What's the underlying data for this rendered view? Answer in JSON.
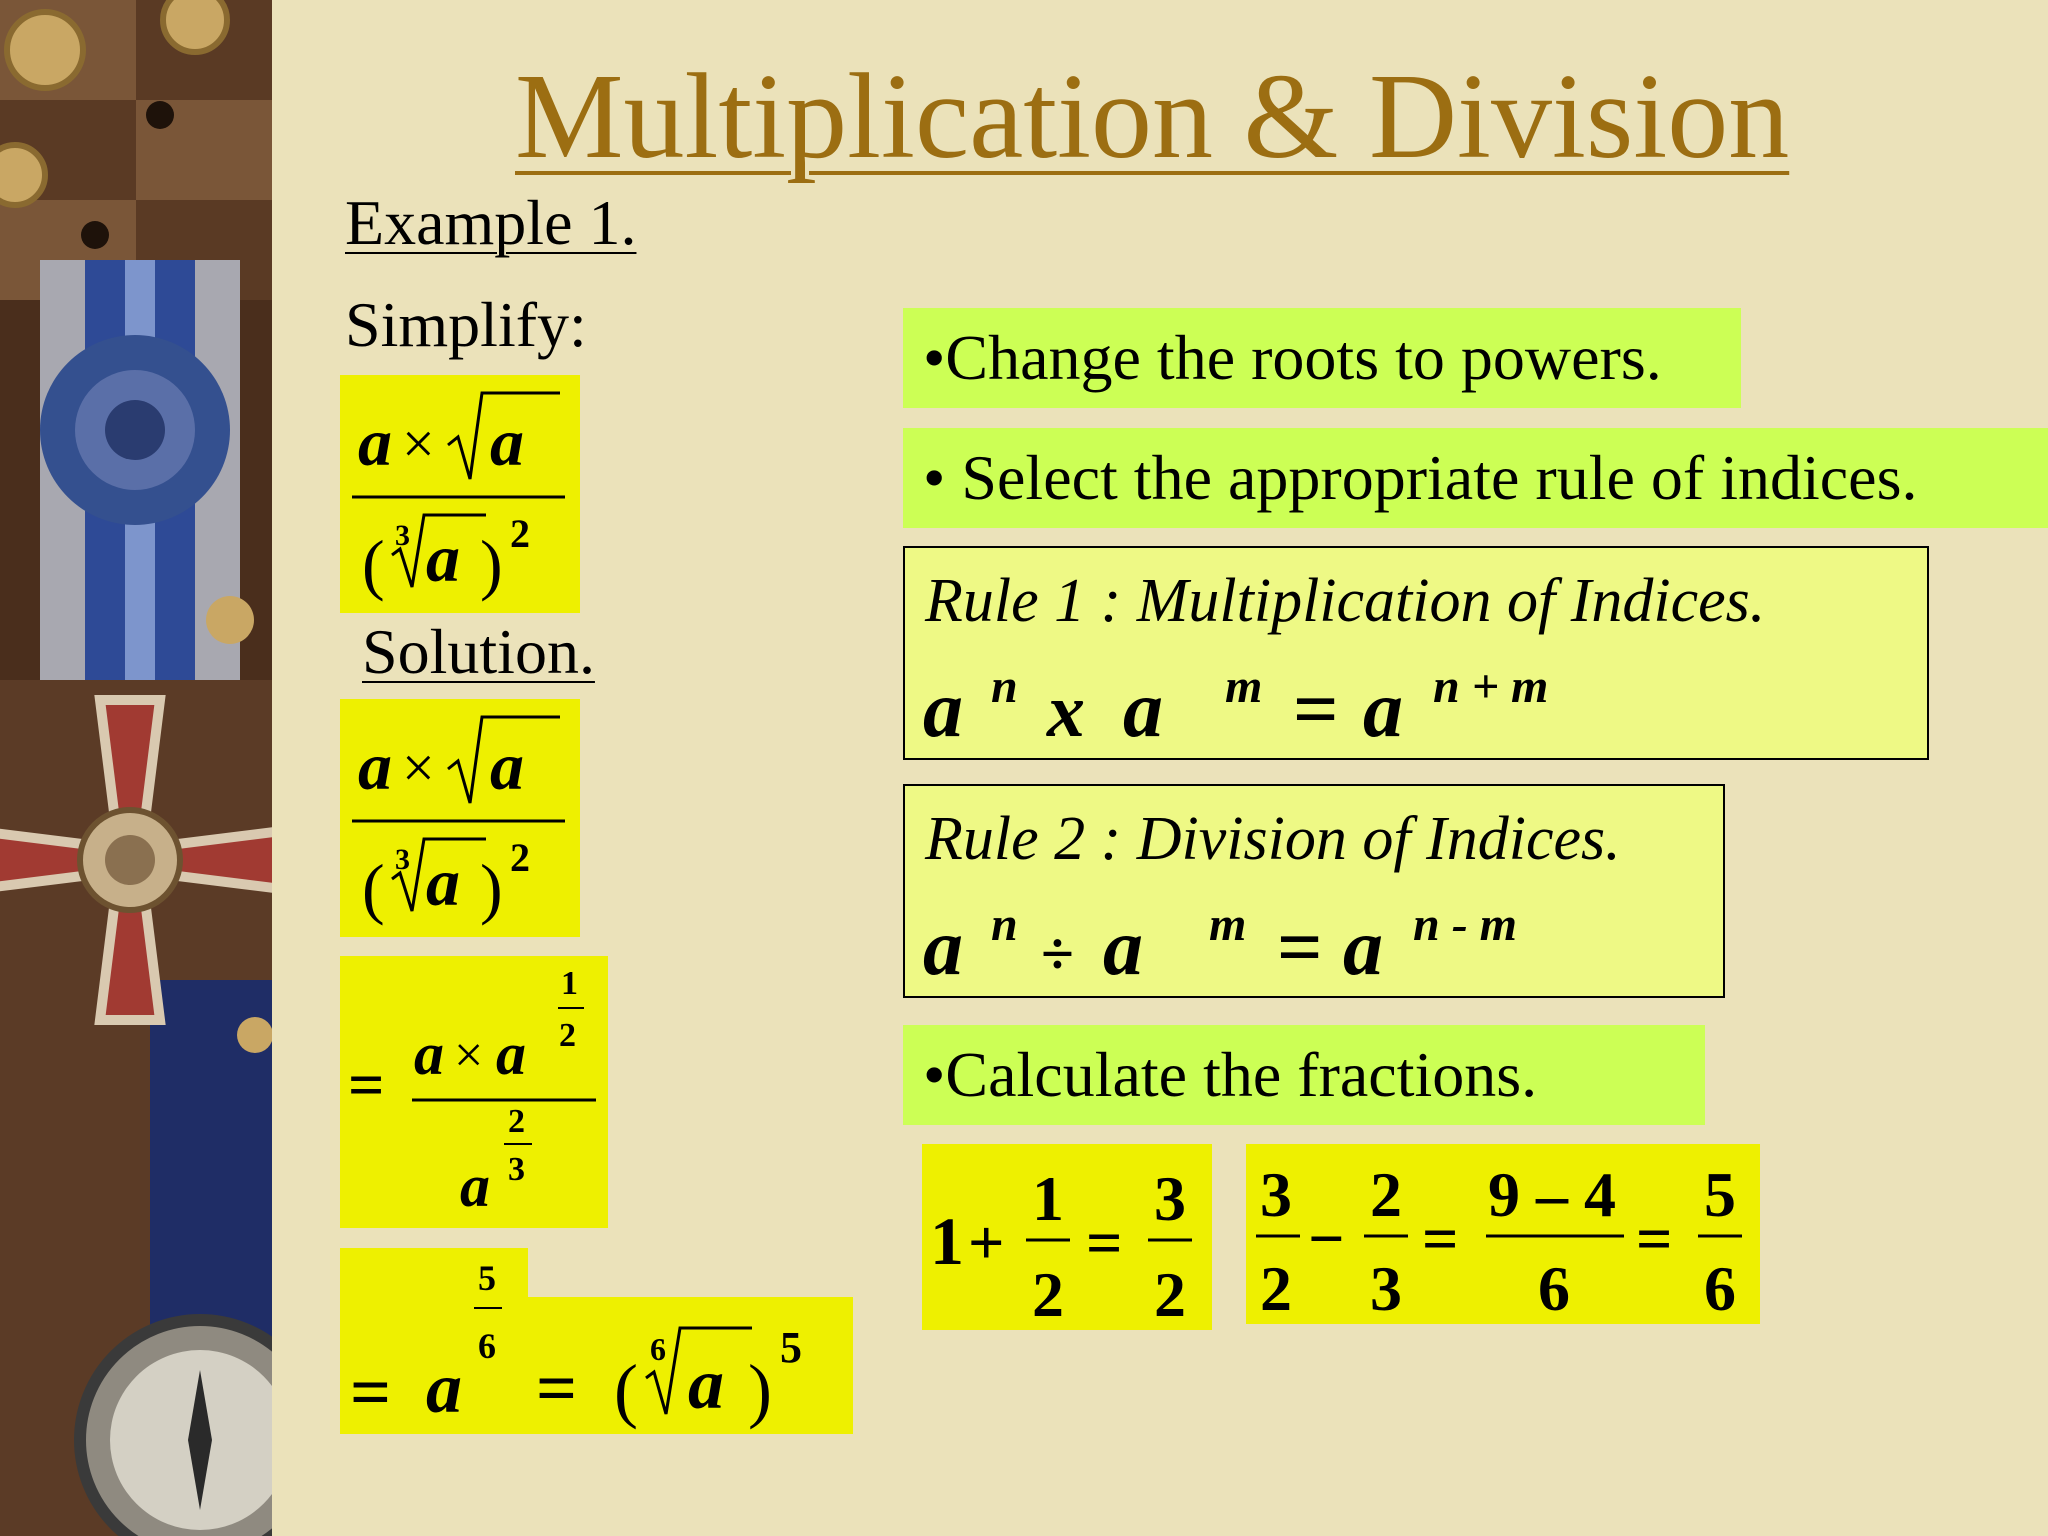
{
  "slide": {
    "title": "Multiplication & Division",
    "example_label": "Example 1.",
    "simplify_label": "Simplify:",
    "solution_label": "Solution."
  },
  "bullets": {
    "roots_to_powers": "•Change the roots to powers.",
    "select_rule": "• Select the appropriate rule of indices.",
    "calc_fractions": "•Calculate the fractions."
  },
  "rules": [
    {
      "title": "Rule 1 : Multiplication of Indices.",
      "base": "a",
      "n": "n",
      "op": "x",
      "m": "m",
      "eq": "=",
      "result_exp": "n + m"
    },
    {
      "title": "Rule 2 : Division of Indices.",
      "base": "a",
      "n": "n",
      "op": "÷",
      "m": "m",
      "eq": "=",
      "result_exp": "n - m"
    }
  ],
  "math": {
    "var": "a",
    "times": "×",
    "equals": "=",
    "minus": "−",
    "plus": "+",
    "cube_index": "3",
    "sixth_index": "6",
    "sq_exp": "2",
    "fifth_exp": "5",
    "half_num": "1",
    "half_den": "2",
    "twothirds_num": "2",
    "twothirds_den": "3",
    "fivesixth_num": "5",
    "fivesixth_den": "6",
    "lparen": "(",
    "rparen": ")",
    "calc1": {
      "whole": "1",
      "f1_num": "1",
      "f1_den": "2",
      "r_num": "3",
      "r_den": "2"
    },
    "calc2": {
      "a_num": "3",
      "a_den": "2",
      "b_num": "2",
      "b_den": "3",
      "c_num": "9 – 4",
      "c_den": "6",
      "r_num": "5",
      "r_den": "6"
    }
  },
  "colors": {
    "background": "#ebe2ba",
    "title": "#9c6e12",
    "highlight_yellow": "#eef000",
    "highlight_lime": "#ccff55",
    "rule_box": "#eef985"
  },
  "icons": {
    "strip": "medal-and-compass-decoration"
  }
}
